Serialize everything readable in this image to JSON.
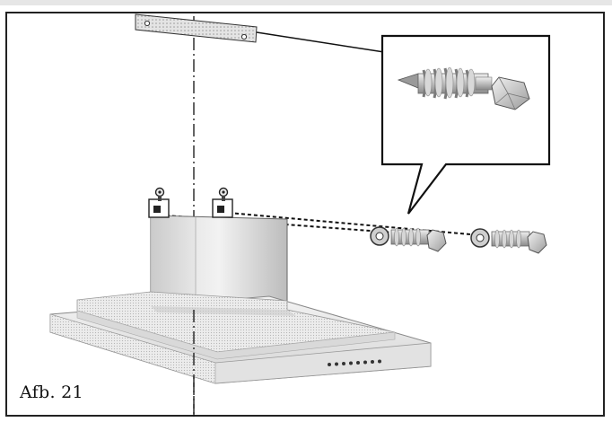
{
  "figure": {
    "label": "Afb. 21"
  },
  "colors": {
    "frame": "#222222",
    "line": "#111111",
    "metal_light": "#e8e8e8",
    "metal_mid": "#c4c4c4",
    "metal_dark": "#8e8e8e"
  },
  "icons": [
    "mounting-bracket",
    "wall-plug-screw",
    "washer",
    "chimney-cover",
    "hood-canopy",
    "control-buttons",
    "callout-magnifier"
  ]
}
